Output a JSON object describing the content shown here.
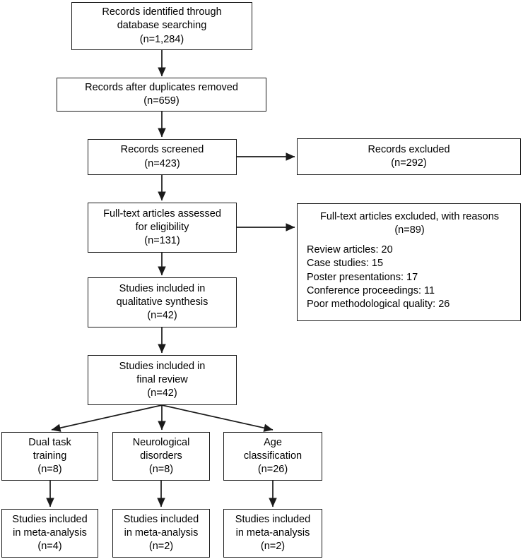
{
  "diagram": {
    "type": "prisma-flow-diagram",
    "stroke_color": "#1a1a1a",
    "background_color": "#ffffff",
    "nodes": {
      "identified": {
        "lines": [
          "Records identified through",
          "database searching",
          "(n=1,284)"
        ]
      },
      "duplicates_removed": {
        "lines": [
          "Records after duplicates removed",
          "(n=659)"
        ]
      },
      "screened": {
        "lines": [
          "Records screened",
          "(n=423)"
        ]
      },
      "records_excluded": {
        "lines": [
          "Records excluded",
          "(n=292)"
        ]
      },
      "fulltext_assessed": {
        "lines": [
          "Full-text articles assessed",
          "for eligibility",
          "(n=131)"
        ]
      },
      "fulltext_excluded": {
        "heading": "Full-text articles excluded, with reasons",
        "count": "(n=89)",
        "reasons": [
          "Review articles: 20",
          "Case studies: 15",
          "Poster presentations: 17",
          "Conference proceedings: 11",
          "Poor methodological quality: 26"
        ]
      },
      "qualitative_synthesis": {
        "lines": [
          "Studies included in",
          "qualitative synthesis",
          "(n=42)"
        ]
      },
      "final_review": {
        "lines": [
          "Studies included in",
          "final review",
          "(n=42)"
        ]
      },
      "dual_task": {
        "lines": [
          "Dual task",
          "training",
          "(n=8)"
        ]
      },
      "neuro_disorders": {
        "lines": [
          "Neurological",
          "disorders",
          "(n=8)"
        ]
      },
      "age_classification": {
        "lines": [
          "Age",
          "classification",
          "(n=26)"
        ]
      },
      "meta_dual_task": {
        "lines": [
          "Studies included",
          "in meta-analysis",
          "(n=4)"
        ]
      },
      "meta_neuro": {
        "lines": [
          "Studies included",
          "in meta-analysis",
          "(n=2)"
        ]
      },
      "meta_age": {
        "lines": [
          "Studies included",
          "in meta-analysis",
          "(n=2)"
        ]
      }
    }
  }
}
